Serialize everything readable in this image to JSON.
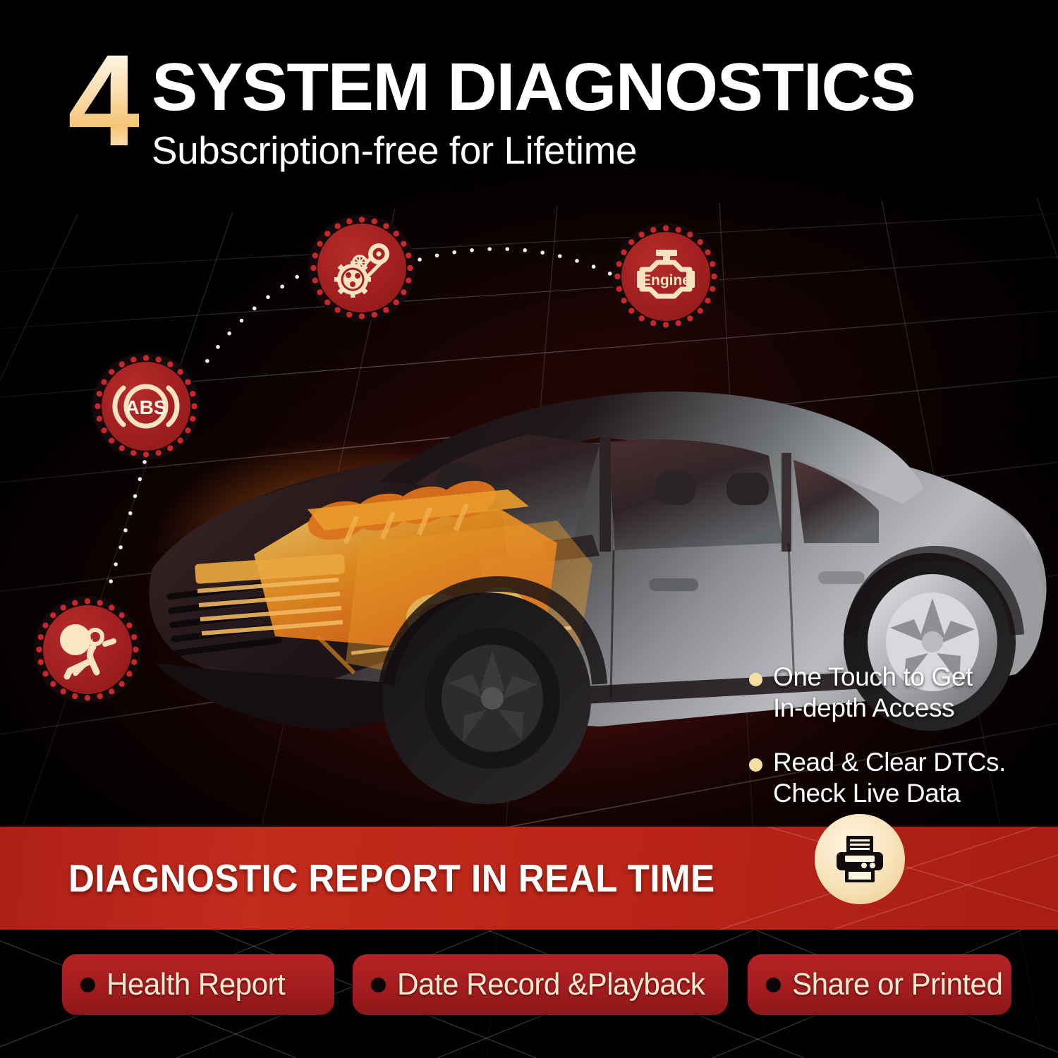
{
  "header": {
    "number": "4",
    "title": "SYSTEM DIAGNOSTICS",
    "subtitle": "Subscription-free for Lifetime"
  },
  "systems": [
    {
      "id": "belt",
      "name": "transmission-belt-icon",
      "label": ""
    },
    {
      "id": "engine",
      "name": "check-engine-icon",
      "label": "Engine"
    },
    {
      "id": "abs",
      "name": "abs-brake-icon",
      "label": "ABS"
    },
    {
      "id": "srs",
      "name": "srs-airbag-icon",
      "label": ""
    }
  ],
  "features": [
    {
      "line1": "One Touch to Get",
      "line2": "In-depth Access"
    },
    {
      "line1": "Read & Clear DTCs.",
      "line2": "Check Live Data"
    }
  ],
  "banner": {
    "title": "DIAGNOSTIC REPORT IN REAL TIME",
    "icon": "printer-icon"
  },
  "pills": [
    {
      "label": "Health Report"
    },
    {
      "label": "Date Record &Playback"
    },
    {
      "label": "Share or Printed"
    }
  ],
  "colors": {
    "background": "#000000",
    "brand_red": "#a51f1b",
    "banner_red": "#bd2718",
    "badge_red": "#a52121",
    "cream": "#f8e3bb",
    "gold": "#f6c475",
    "engine_orange": "#f19123",
    "text_white": "#ffffff"
  }
}
